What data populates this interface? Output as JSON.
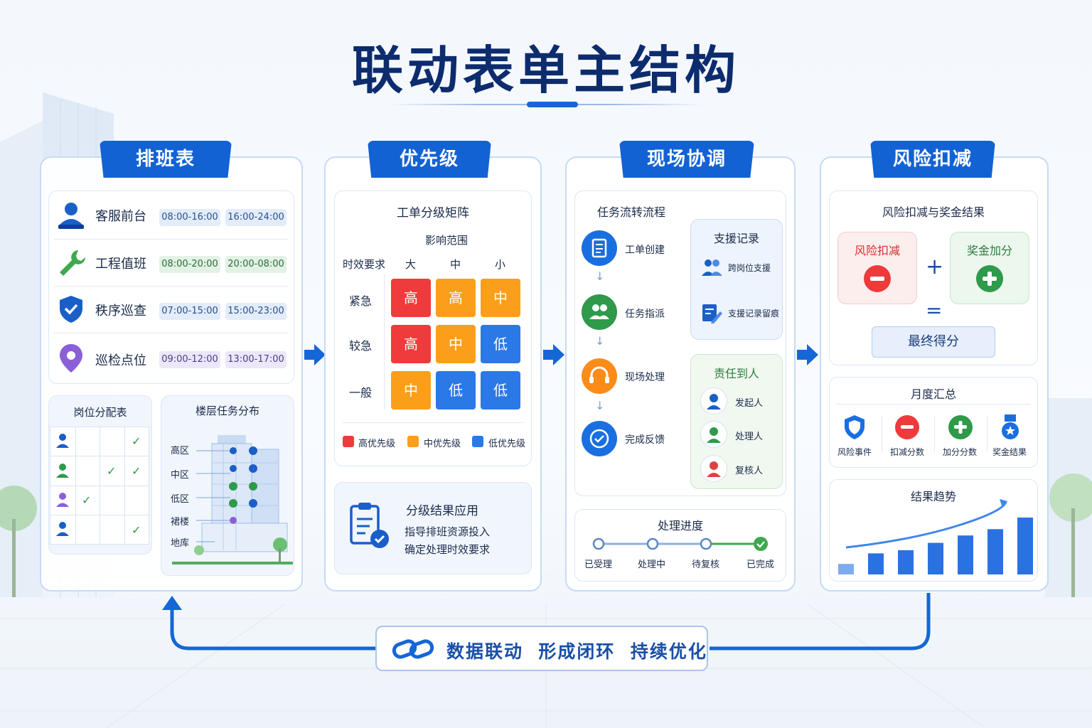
{
  "title": "联动表单主结构",
  "panels": {
    "schedule": {
      "title": "排班表",
      "rows": [
        {
          "label": "客服前台",
          "slot1": "08:00-16:00",
          "slot2": "16:00-24:00",
          "icon": "customer-service-icon"
        },
        {
          "label": "工程值班",
          "slot1": "08:00-20:00",
          "slot2": "20:00-08:00",
          "icon": "wrench-icon"
        },
        {
          "label": "秩序巡查",
          "slot1": "07:00-15:00",
          "slot2": "15:00-23:00",
          "icon": "shield-icon"
        },
        {
          "label": "巡检点位",
          "slot1": "09:00-12:00",
          "slot2": "13:00-17:00",
          "icon": "location-pin-icon"
        }
      ],
      "post_table_title": "岗位分配表",
      "floor_title": "楼层任务分布",
      "floors": [
        "高区",
        "中区",
        "低区",
        "裙楼",
        "地库"
      ]
    },
    "priority": {
      "title": "优先级",
      "matrix_title": "工单分级矩阵",
      "impact_label": "影响范围",
      "time_label": "时效要求",
      "cols": [
        "大",
        "中",
        "小"
      ],
      "rows": [
        "紧急",
        "较急",
        "一般"
      ],
      "cells": [
        [
          "高",
          "高",
          "中"
        ],
        [
          "高",
          "中",
          "低"
        ],
        [
          "中",
          "低",
          "低"
        ]
      ],
      "legend": [
        "高优先级",
        "中优先级",
        "低优先级"
      ],
      "colors": {
        "high": "#ef3b3b",
        "mid": "#fb9f1a",
        "low": "#2a79e6"
      },
      "apply_title": "分级结果应用",
      "apply_line1": "指导排班资源投入",
      "apply_line2": "确定处理时效要求"
    },
    "coordination": {
      "title": "现场协调",
      "flow_title": "任务流转流程",
      "steps": [
        "工单创建",
        "任务指派",
        "现场处理",
        "完成反馈"
      ],
      "support_title": "支援记录",
      "support_items": [
        "跨岗位支援",
        "支援记录留痕"
      ],
      "duty_title": "责任到人",
      "duty_items": [
        "发起人",
        "处理人",
        "复核人"
      ],
      "progress_title": "处理进度",
      "progress_steps": [
        "已受理",
        "处理中",
        "待复核",
        "已完成"
      ]
    },
    "risk": {
      "title": "风险扣减",
      "result_title": "风险扣减与奖金结果",
      "deduct_label": "风险扣减",
      "bonus_label": "奖金加分",
      "plus_sign": "+",
      "equals_sign": "=",
      "final_label": "最终得分",
      "monthly_title": "月度汇总",
      "monthly_items": [
        "风险事件",
        "扣减分数",
        "加分分数",
        "奖金结果"
      ],
      "trend_title": "结果趋势",
      "trend_values": [
        1,
        2,
        2.3,
        3,
        3.7,
        4.3,
        5.4
      ]
    }
  },
  "footer": "数据联动  形成闭环  持续优化"
}
